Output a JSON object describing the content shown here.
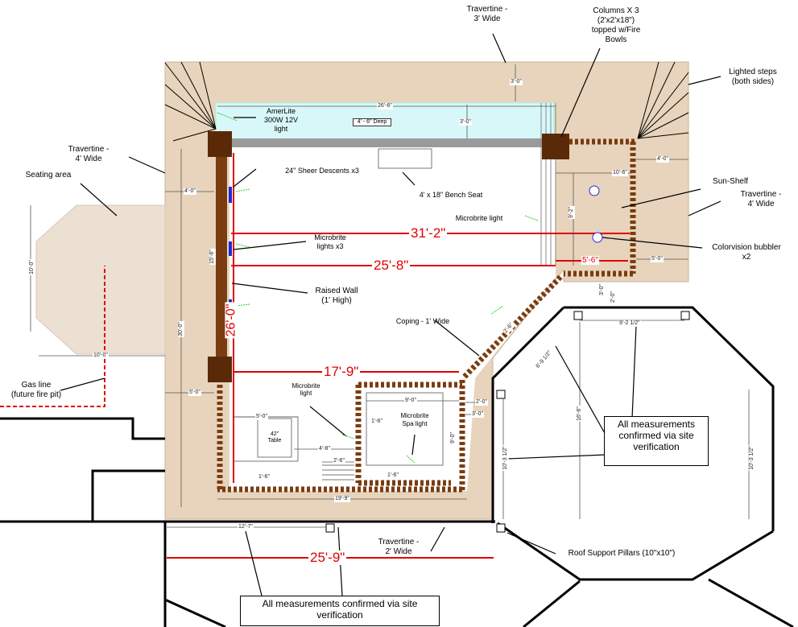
{
  "labels": {
    "travertine_top": "Travertine -\n3' Wide",
    "columns": "Columns X 3\n(2'x2'x18\")\ntopped w/Fire\nBowls",
    "lighted_steps": "Lighted steps\n(both sides)",
    "travertine_left": "Travertine -\n4' Wide",
    "seating_area": "Seating area",
    "amerlite": "AmerLite\n300W 12V\nlight",
    "depth": "4' - 6\" Deep",
    "sheer": "24\" Sheer Descents x3",
    "bench": "4' x 18\" Bench Seat",
    "sun_shelf": "Sun-Shelf",
    "travertine_right": "Travertine -\n4' Wide",
    "microbrite_light": "Microbrite light",
    "microbrite_x3": "Microbrite\nlights  x3",
    "colorvision": "Colorvision bubbler\nx2",
    "raised_wall": "Raised Wall\n(1' High)",
    "coping": "Coping - 1' Wide",
    "gas_line": "Gas line\n(future fire pit)",
    "microbrite_light2": "Microbrite\nlight",
    "spa_light": "Microbrite\nSpa light",
    "table": "42\"\nTable",
    "travertine_bottom": "Travertine -\n2' Wide",
    "roof_pillars": "Roof Support Pillars (10\"x10\")"
  },
  "notes": {
    "right": "All measurements\nconfirmed via site\nverification",
    "bottom": "All measurements confirmed via site\nverification"
  },
  "big_dims": {
    "d31": "31'-2\"",
    "d25_8": "25'-8\"",
    "d26": "26'-0\"",
    "d17": "17'-9\"",
    "d25_9": "25'-9\""
  },
  "dims": {
    "d3_0_top": "3'-0\"",
    "d26_6": "26'-6\"",
    "d3_0_pool": "3'-0\"",
    "d4_0_right": "4'-0\"",
    "d10_6": "10'-6\"",
    "d4_0_left": "4'-0\"",
    "d9_2": "9'-2\"",
    "d5_6": "5'-6\"",
    "d5_0_right": "5'-0\"",
    "d15_6": "15'-6\"",
    "d10_0_v": "10'-0\"",
    "d10_0_h": "10'-0\"",
    "d30_0": "30'-0\"",
    "d5_0_left": "5'-0\"",
    "d3_0_small": "3'-0\"",
    "d2_0_small": "2'-0\"",
    "d2_6_diag": "2'-6\"",
    "d9_2_half": "9'-2 1/2\"",
    "d6_9_half": "6'-9 1/2\"",
    "d16_6": "16'-6\"",
    "d10_3_left": "10'-3 1/2\"",
    "d10_3_right": "10'-3 1/2\"",
    "d9_0_h": "9'-0\"",
    "d2_0_spa": "2'-0\"",
    "d3_0_spa": "3'-0\"",
    "d9_0_v": "9'-0\"",
    "d1_6_spa": "1'-6\"",
    "d5_0_table": "5'-0\"",
    "d4_8": "4'-8\"",
    "d2_6_step": "2'-6\"",
    "d1_6_table": "1'-6\"",
    "d1_6_bottom": "1'-6\"",
    "d19_9": "19'-9\"",
    "d12_7": "12'-7\""
  },
  "colors": {
    "deck": "#e8d4bc",
    "water": "#d8f7f8",
    "coping_dark": "#7a3c10",
    "column": "#5a2a08",
    "dimension_red": "#e00000"
  }
}
